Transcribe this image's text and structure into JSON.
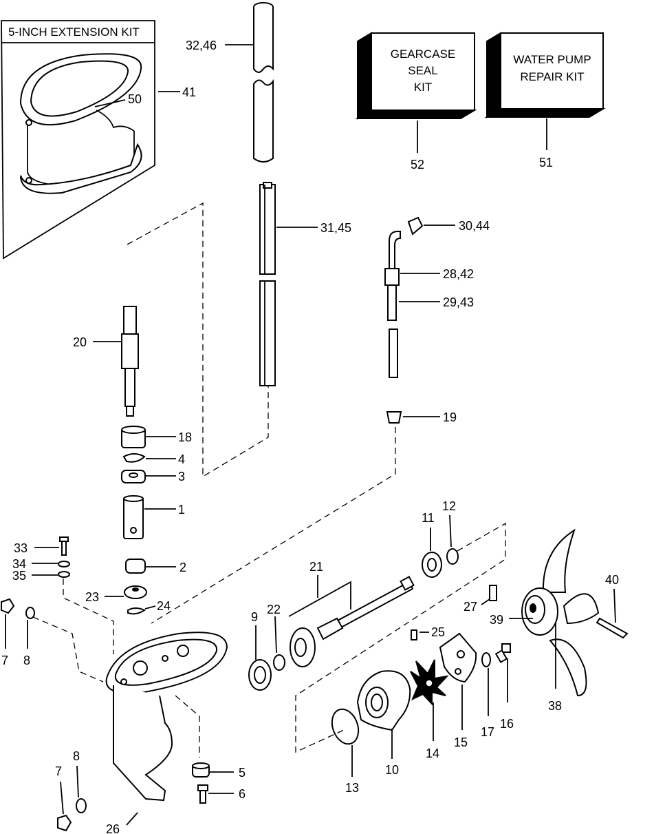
{
  "kits": {
    "extension_title": "5-INCH EXTENSION KIT",
    "gearcase_lines": [
      "GEARCASE",
      "SEAL",
      "KIT"
    ],
    "waterpump_lines": [
      "WATER PUMP",
      "REPAIR KIT"
    ]
  },
  "labels": {
    "p1": "1",
    "p2": "2",
    "p3": "3",
    "p4": "4",
    "p5": "5",
    "p6": "6",
    "p7a": "7",
    "p7b": "7",
    "p8a": "8",
    "p8b": "8",
    "p9": "9",
    "p10": "10",
    "p11": "11",
    "p12": "12",
    "p13": "13",
    "p14": "14",
    "p15": "15",
    "p16": "16",
    "p17": "17",
    "p18": "18",
    "p19": "19",
    "p20": "20",
    "p21": "21",
    "p22": "22",
    "p23": "23",
    "p24": "24",
    "p25": "25",
    "p26": "26",
    "p27": "27",
    "p28": "28,42",
    "p29": "29,43",
    "p30": "30,44",
    "p31": "31,45",
    "p32": "32,46",
    "p33": "33",
    "p34": "34",
    "p35": "35",
    "p38": "38",
    "p39": "39",
    "p40": "40",
    "p41": "41",
    "p50": "50",
    "p51": "51",
    "p52": "52"
  }
}
